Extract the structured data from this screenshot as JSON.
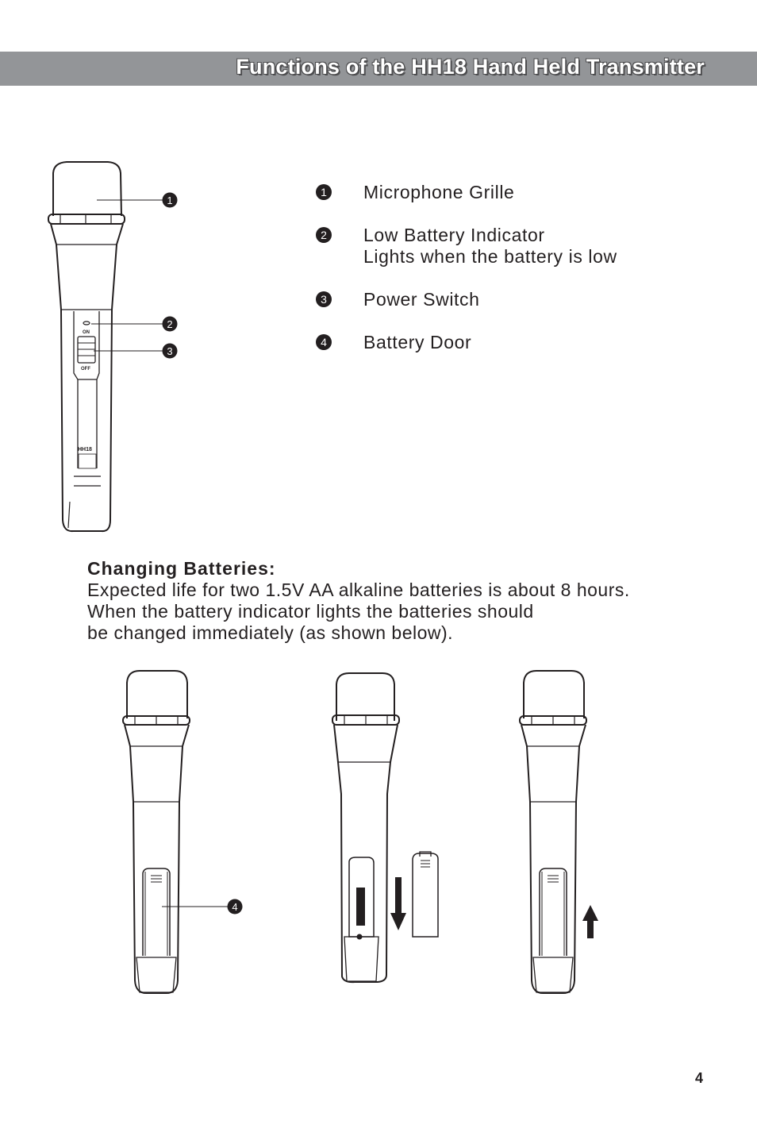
{
  "header": {
    "title": "Functions of the HH18 Hand Held Transmitter"
  },
  "callouts": {
    "c1": "1",
    "c2": "2",
    "c3": "3",
    "c4": "4"
  },
  "transmitter_labels": {
    "on": "ON",
    "off": "OFF",
    "model": "HH18"
  },
  "legend": {
    "items": [
      {
        "number": "1",
        "lines": [
          "Microphone Grille"
        ]
      },
      {
        "number": "2",
        "lines": [
          "Low Battery Indicator",
          "Lights when the battery is low"
        ]
      },
      {
        "number": "3",
        "lines": [
          "Power Switch"
        ]
      },
      {
        "number": "4",
        "lines": [
          "Battery Door"
        ]
      }
    ]
  },
  "changing_batteries": {
    "heading": "Changing Batteries:",
    "lines": [
      "Expected life for two 1.5V AA alkaline batteries is about 8 hours.",
      "When the battery indicator lights the batteries should",
      "be changed immediately (as shown below)."
    ]
  },
  "page_number": "4"
}
